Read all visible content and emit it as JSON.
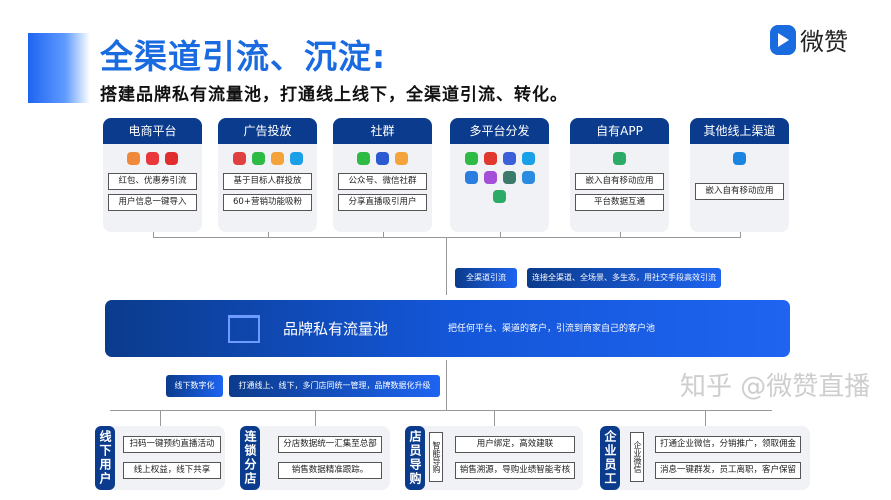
{
  "header": {
    "title": "全渠道引流、沉淀:",
    "subtitle": "搭建品牌私有流量池，打通线上线下，全渠道引流、转化。",
    "logo_text": "微赞"
  },
  "colors": {
    "accent": "#1a6be0",
    "navy": "#0b3b8c"
  },
  "channels": [
    {
      "title": "电商平台",
      "icons": [
        "taobao-icon",
        "tmall-icon",
        "pinduoduo-icon"
      ],
      "items": [
        "红包、优惠券引流",
        "用户信息一键导入"
      ]
    },
    {
      "title": "广告投放",
      "icons": [
        "ad-icon",
        "wechat-icon",
        "circle-icon",
        "drop-icon"
      ],
      "items": [
        "基于目标人群投放",
        "60+营销功能吸粉"
      ]
    },
    {
      "title": "社群",
      "icons": [
        "wechat-icon",
        "contacts-icon",
        "circle-icon"
      ],
      "items": [
        "公众号、微信社群",
        "分享直播吸引用户"
      ]
    },
    {
      "title": "多平台分发",
      "icons": [
        "wechat-icon",
        "weibo-icon",
        "baidu-icon",
        "drop-icon",
        "zhihu-icon",
        "chat-icon",
        "tv-icon",
        "k-icon",
        "app-icon"
      ],
      "items": []
    },
    {
      "title": "自有APP",
      "icons": [
        "app-icon"
      ],
      "items": [
        "嵌入自有移动应用",
        "平台数据互通"
      ]
    },
    {
      "title": "其他线上渠道",
      "icons": [
        "ie-icon"
      ],
      "items": [
        "嵌入自有移动应用"
      ]
    }
  ],
  "online_tags": {
    "label": "全渠道引流",
    "desc": "连接全渠道、全场景、多生态，用社交手段高效引流"
  },
  "pool": {
    "title": "品牌私有流量池",
    "desc": "把任何平台、渠道的客户，引流到商家自己的客户池"
  },
  "offline_tags": {
    "label": "线下数字化",
    "desc": "打通线上、线下，多门店同统一管理，品牌数据化升级"
  },
  "offline": [
    {
      "title": "线下用户",
      "items": [
        "扫码一键预约直播活动",
        "线上权益，线下共享"
      ]
    },
    {
      "title": "连锁分店",
      "items": [
        "分店数据统一汇集至总部",
        "销售数据精准跟踪。"
      ]
    },
    {
      "title": "店员导购",
      "sub": "智能导购",
      "items": [
        "用户绑定，高效建联",
        "销售溯源，导购业绩智能考核"
      ]
    },
    {
      "title": "企业员工",
      "sub": "企业微信",
      "items": [
        "打通企业微信，分销推广，领取佣金",
        "消息一键群发，员工离职，客户保留"
      ]
    }
  ],
  "watermark": "知乎 @微赞直播"
}
